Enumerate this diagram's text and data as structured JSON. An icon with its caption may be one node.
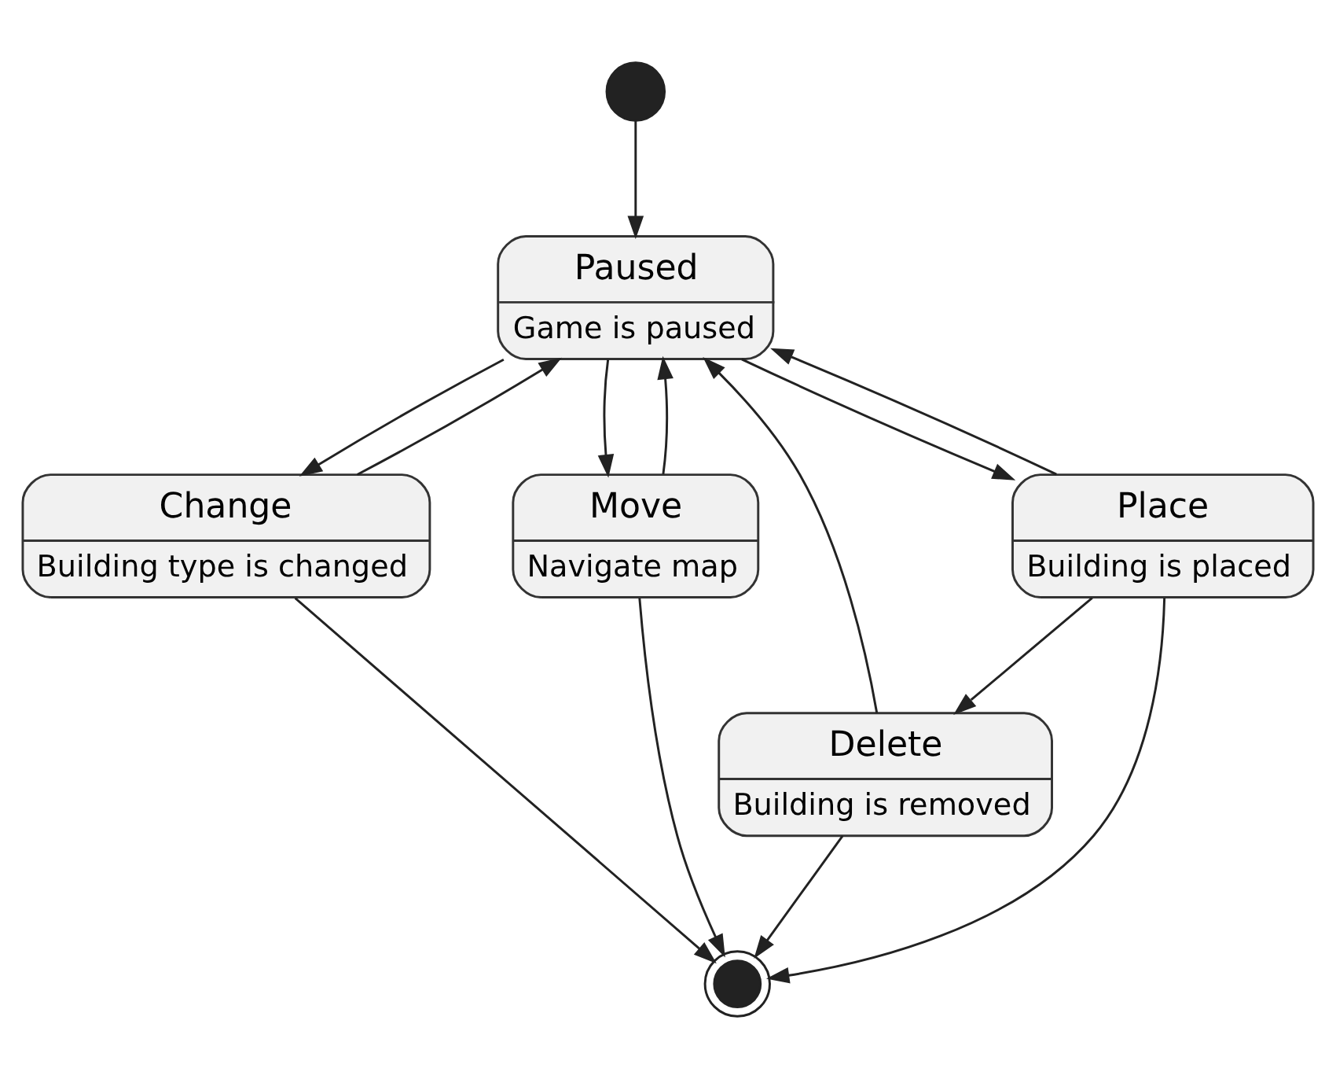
{
  "diagram": {
    "nodes": [
      {
        "text": [],
        "shape": "circle"
      },
      {
        "text": [
          "Paused",
          "Game is paused"
        ]
      },
      {
        "text": [
          "Change",
          "Building type is changed"
        ]
      },
      {
        "text": [
          "Move",
          "Navigate map"
        ]
      },
      {
        "text": [
          "Place",
          "Building is placed"
        ]
      },
      {
        "text": [
          "Delete",
          "Building is removed"
        ]
      },
      {
        "text": [],
        "shape": "circle"
      }
    ],
    "edges": [
      {
        "from": 0,
        "to": 1,
        "arrow": "to"
      },
      {
        "from": 1,
        "to": 2,
        "arrow": "to"
      },
      {
        "from": 2,
        "to": 1,
        "arrow": "to"
      },
      {
        "from": 1,
        "to": 3,
        "arrow": "to"
      },
      {
        "from": 3,
        "to": 1,
        "arrow": "to"
      },
      {
        "from": 1,
        "to": 4,
        "arrow": "to"
      },
      {
        "from": 4,
        "to": 1,
        "arrow": "to"
      },
      {
        "from": 5,
        "to": 1,
        "arrow": "to"
      },
      {
        "from": 4,
        "to": 5,
        "arrow": "to"
      },
      {
        "from": 2,
        "to": 6,
        "arrow": "to"
      },
      {
        "from": 3,
        "to": 6,
        "arrow": "to"
      },
      {
        "from": 5,
        "to": 6,
        "arrow": "to"
      },
      {
        "from": 4,
        "to": 6,
        "arrow": "to"
      }
    ]
  }
}
